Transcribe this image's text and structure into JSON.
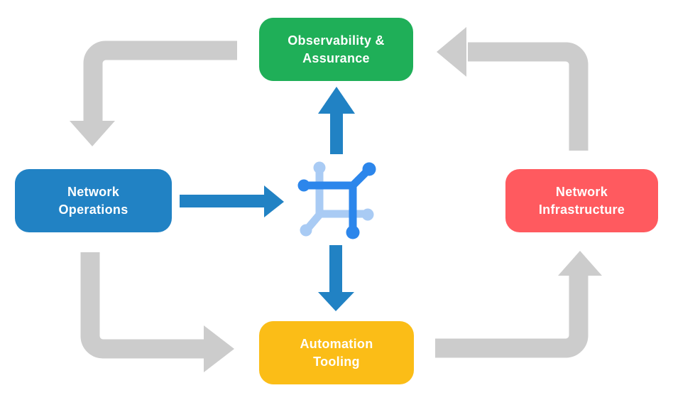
{
  "diagram": {
    "type": "cycle-flow",
    "nodes": [
      {
        "id": "observability",
        "label": "Observability &\nAssurance",
        "color": "#1FAF58",
        "position": "top"
      },
      {
        "id": "operations",
        "label": "Network\nOperations",
        "color": "#2182C4",
        "position": "left"
      },
      {
        "id": "infrastructure",
        "label": "Network\nInfrastructure",
        "color": "#FF5A5F",
        "position": "right"
      },
      {
        "id": "tooling",
        "label": "Automation\nTooling",
        "color": "#FBBD17",
        "position": "bottom"
      }
    ],
    "center_icon": {
      "name": "network-fabric-icon",
      "description": "square mesh with protruding circular nodes, two-tone blue"
    },
    "gray_cycle_arrows": [
      {
        "from": "observability",
        "to": "operations"
      },
      {
        "from": "operations",
        "to": "tooling"
      },
      {
        "from": "tooling",
        "to": "infrastructure"
      },
      {
        "from": "infrastructure",
        "to": "observability"
      }
    ],
    "blue_arrows": [
      {
        "from": "operations",
        "to": "center-icon"
      },
      {
        "from": "center-icon",
        "to": "observability"
      },
      {
        "from": "center-icon",
        "to": "tooling"
      }
    ],
    "colors": {
      "green": "#1FAF58",
      "blue": "#2182C4",
      "red": "#FF5A5F",
      "yellow": "#FBBD17",
      "arrow_gray": "#CCCCCC",
      "icon_blue_dark": "#2C86EB",
      "icon_blue_light": "#A9CBF4",
      "label_text": "#FFFFFF",
      "background": "#FFFFFF"
    }
  }
}
